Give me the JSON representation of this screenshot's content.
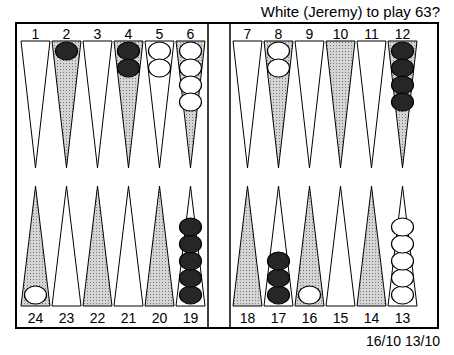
{
  "diagram": {
    "title": "White (Jeremy) to play 63?",
    "caption": "16/10 13/10",
    "labels": [
      "1",
      "2",
      "3",
      "4",
      "5",
      "6",
      "7",
      "8",
      "9",
      "10",
      "11",
      "12",
      "24",
      "23",
      "22",
      "21",
      "20",
      "19",
      "18",
      "17",
      "16",
      "15",
      "14",
      "13"
    ]
  }
}
